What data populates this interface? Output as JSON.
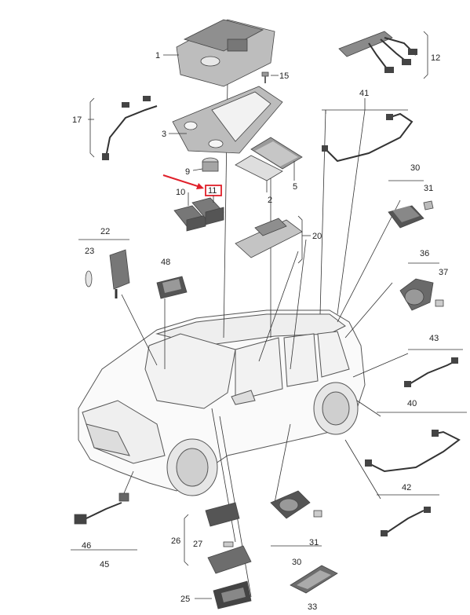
{
  "diagram": {
    "labels": {
      "p1": "1",
      "p2": "2",
      "p3": "3",
      "p5": "5",
      "p9": "9",
      "p10": "10",
      "p11": "11",
      "p12": "12",
      "p15": "15",
      "p17": "17",
      "p20": "20",
      "p22": "22",
      "p23": "23",
      "p25": "25",
      "p26": "26",
      "p27": "27",
      "p30a": "30",
      "p30b": "30",
      "p31a": "31",
      "p31b": "31",
      "p33": "33",
      "p36": "36",
      "p37": "37",
      "p40": "40",
      "p41": "41",
      "p42": "42",
      "p43": "43",
      "p45": "45",
      "p46": "46",
      "p48": "48"
    },
    "highlighted_part": "11",
    "colors": {
      "part_fill": "#c8c8c8",
      "part_dark": "#6e6e6e",
      "highlight": "#e0202a",
      "line": "#333333"
    }
  }
}
